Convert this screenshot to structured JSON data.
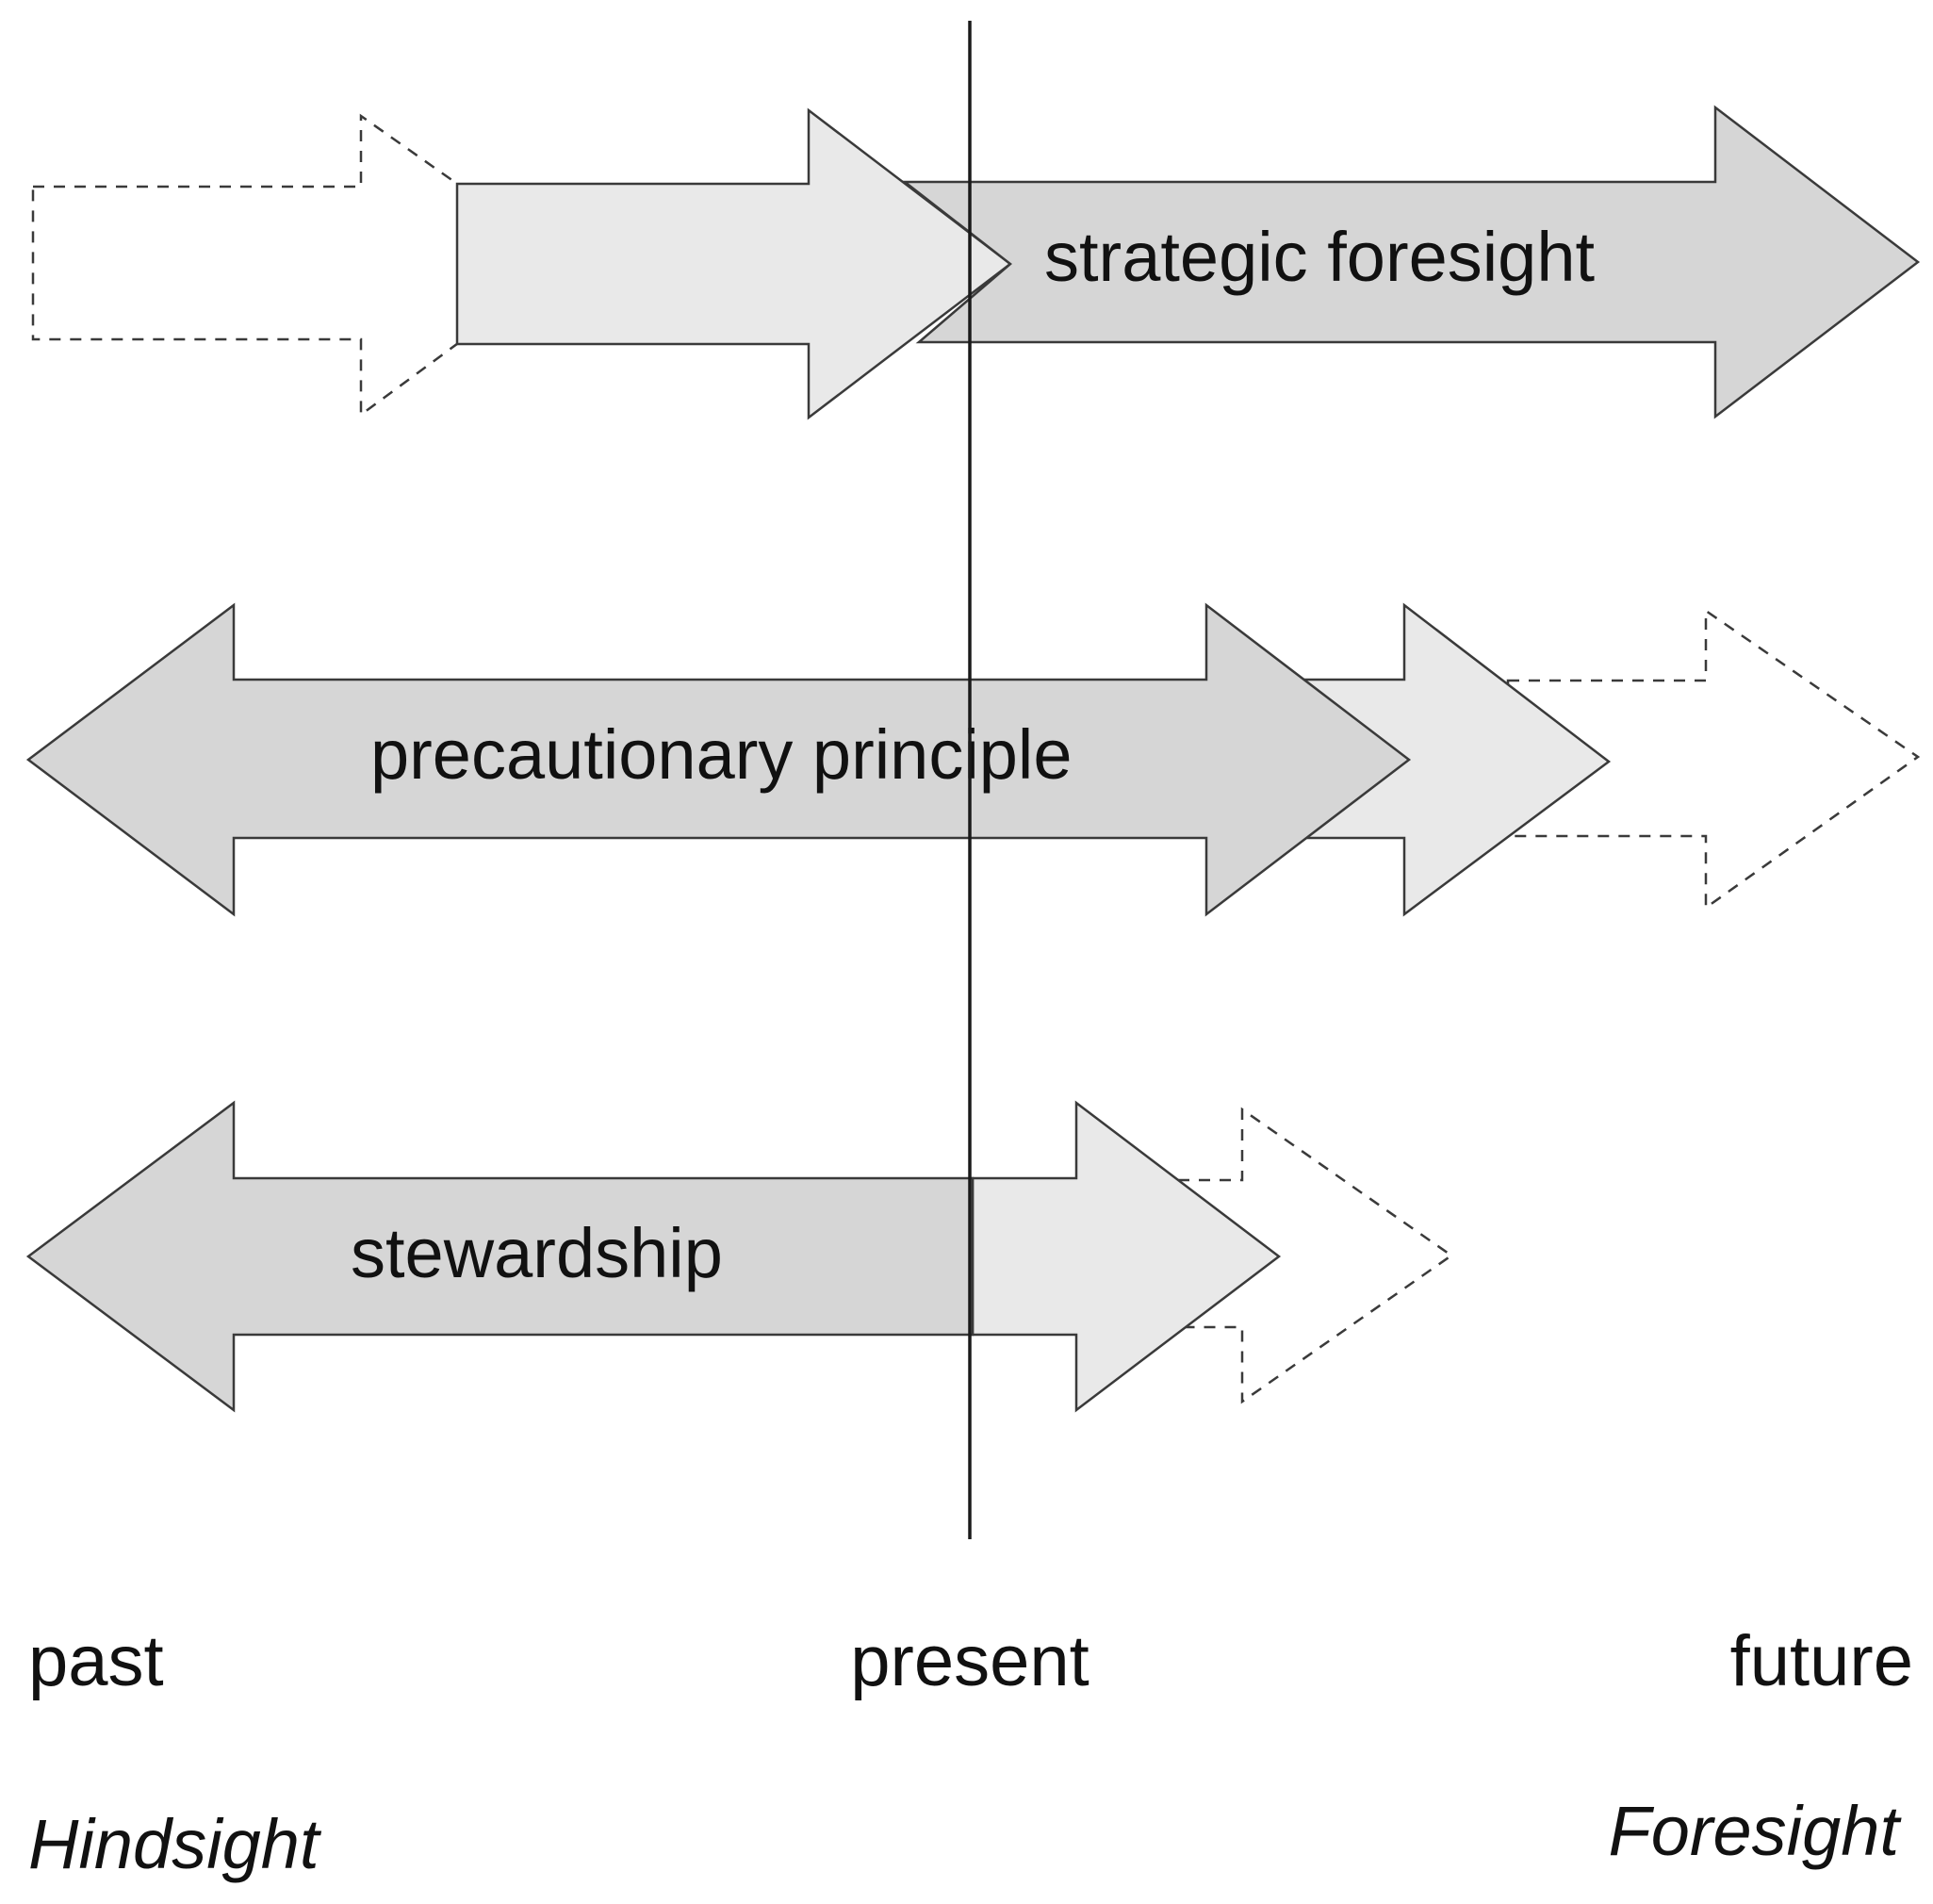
{
  "arrows": {
    "strategic_foresight": {
      "label": "strategic foresight"
    },
    "precautionary_principle": {
      "label": "precautionary principle"
    },
    "stewardship": {
      "label": "stewardship"
    }
  },
  "timeline": {
    "past": "past",
    "present": "present",
    "future": "future"
  },
  "perspectives": {
    "hindsight": "Hindsight",
    "foresight": "Foresight"
  },
  "colors": {
    "dark_fill": "#d6d6d6",
    "light_fill": "#e9e9e9",
    "outline": "#3a3a3a"
  }
}
